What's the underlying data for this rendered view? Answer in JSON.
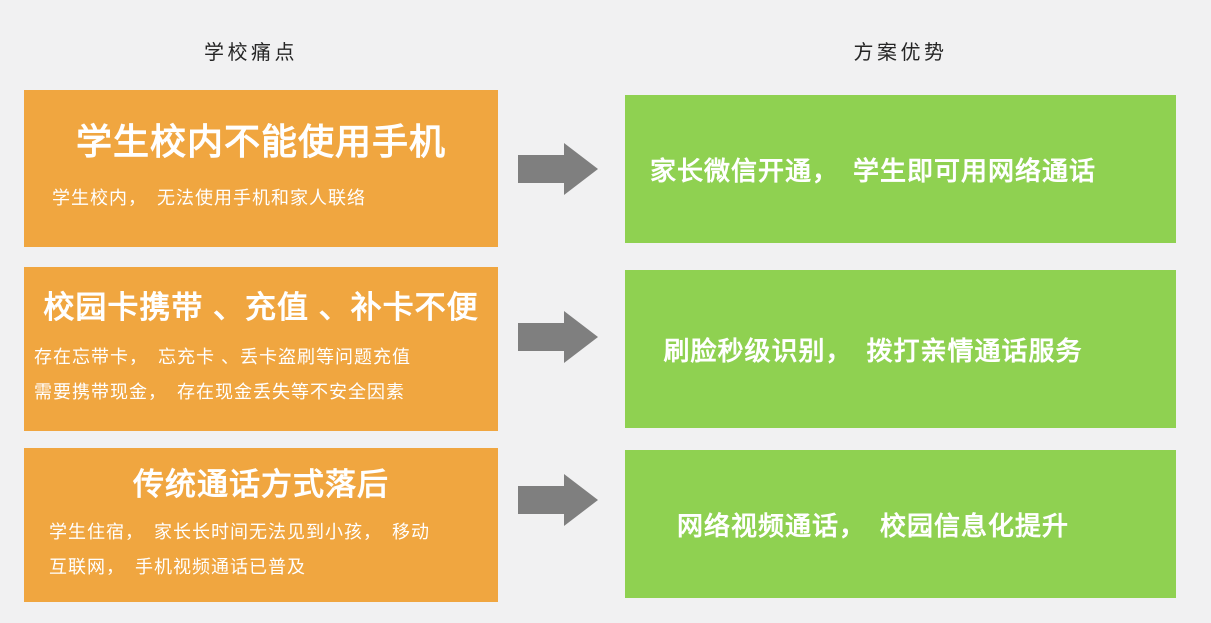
{
  "colors": {
    "bg": "#F1F1F2",
    "orange": "#F0A640",
    "green": "#8FD151",
    "arrow": "#7F7F7F",
    "heading_text": "#262626",
    "box_text": "#FFFFFF"
  },
  "headings": {
    "left": "学校痛点",
    "right": "方案优势"
  },
  "rows": [
    {
      "pain": {
        "title": "学生校内不能使用手机",
        "body": "学生校内，　无法使用手机和家人联络"
      },
      "advantage": "家长微信开通，　学生即可用网络通话"
    },
    {
      "pain": {
        "title": "校园卡携带 、充值 、补卡不便",
        "body": "存在忘带卡，　忘充卡 、丢卡盗刷等问题充值\n需要携带现金，　存在现金丢失等不安全因素"
      },
      "advantage": "刷脸秒级识别，　拨打亲情通话服务"
    },
    {
      "pain": {
        "title": "传统通话方式落后",
        "body": "学生住宿，　家长长时间无法见到小孩，　移动\n互联网，　手机视频通话已普及"
      },
      "advantage": "网络视频通话，　校园信息化提升"
    }
  ]
}
